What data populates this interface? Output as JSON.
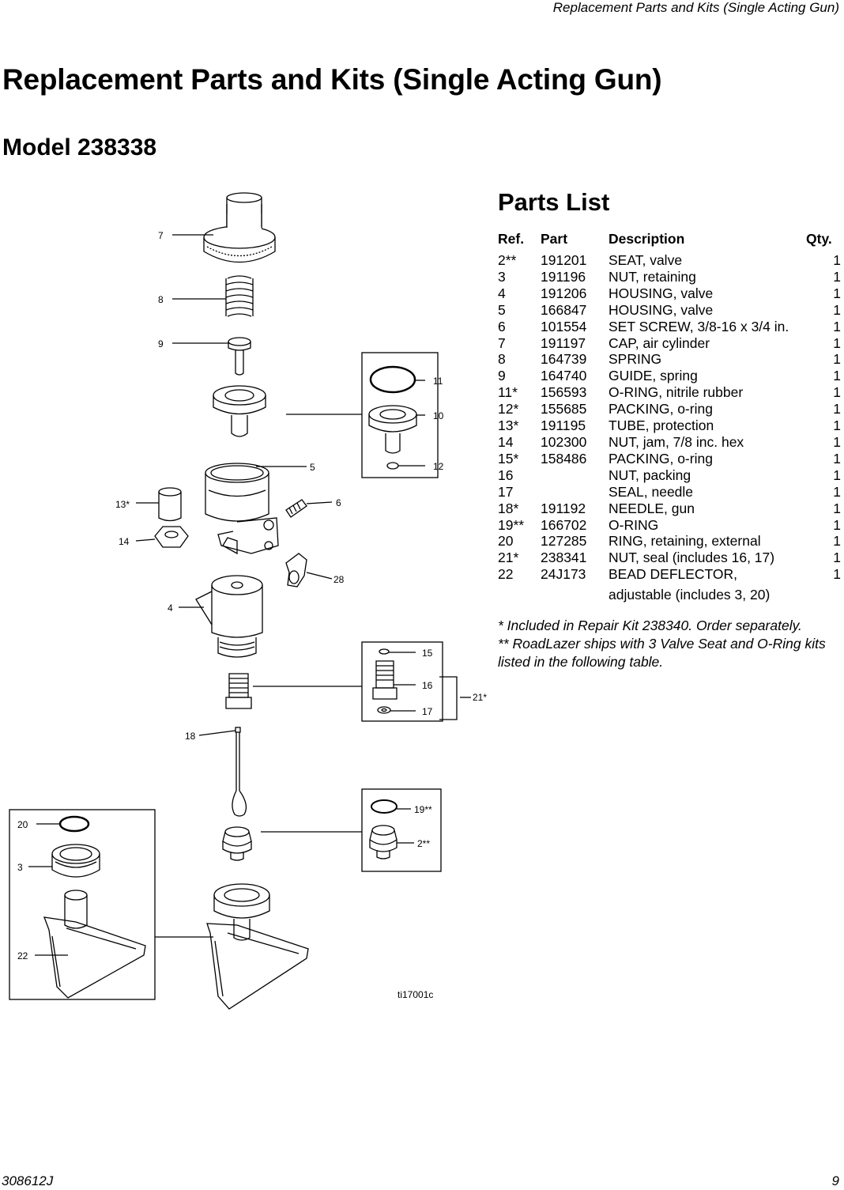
{
  "header": {
    "running_title": "Replacement Parts and Kits (Single Acting Gun)"
  },
  "page_title": "Replacement Parts and Kits (Single Acting Gun)",
  "model_title": "Model 238338",
  "parts_list": {
    "heading": "Parts List",
    "columns": [
      "Ref.",
      "Part",
      "Description",
      "Qty."
    ],
    "rows": [
      {
        "ref": "2**",
        "part": "191201",
        "desc": "SEAT, valve",
        "qty": "1"
      },
      {
        "ref": "3",
        "part": "191196",
        "desc": "NUT, retaining",
        "qty": "1"
      },
      {
        "ref": "4",
        "part": "191206",
        "desc": "HOUSING, valve",
        "qty": "1"
      },
      {
        "ref": "5",
        "part": "166847",
        "desc": "HOUSING, valve",
        "qty": "1"
      },
      {
        "ref": "6",
        "part": "101554",
        "desc": "SET SCREW, 3/8-16 x 3/4 in.",
        "qty": "1"
      },
      {
        "ref": "7",
        "part": "191197",
        "desc": "CAP, air cylinder",
        "qty": "1"
      },
      {
        "ref": "8",
        "part": "164739",
        "desc": "SPRING",
        "qty": "1"
      },
      {
        "ref": "9",
        "part": "164740",
        "desc": "GUIDE, spring",
        "qty": "1"
      },
      {
        "ref": "11*",
        "part": "156593",
        "desc": "O-RING, nitrile rubber",
        "qty": "1"
      },
      {
        "ref": "12*",
        "part": "155685",
        "desc": "PACKING, o-ring",
        "qty": "1"
      },
      {
        "ref": "13*",
        "part": "191195",
        "desc": "TUBE, protection",
        "qty": "1"
      },
      {
        "ref": "14",
        "part": "102300",
        "desc": "NUT, jam, 7/8 inc. hex",
        "qty": "1"
      },
      {
        "ref": "15*",
        "part": "158486",
        "desc": "PACKING, o-ring",
        "qty": "1"
      },
      {
        "ref": "16",
        "part": "",
        "desc": "NUT, packing",
        "qty": "1"
      },
      {
        "ref": "17",
        "part": "",
        "desc": "SEAL, needle",
        "qty": "1"
      },
      {
        "ref": "18*",
        "part": "191192",
        "desc": "NEEDLE, gun",
        "qty": "1"
      },
      {
        "ref": "19**",
        "part": "166702",
        "desc": "O-RING",
        "qty": "1"
      },
      {
        "ref": "20",
        "part": "127285",
        "desc": "RING, retaining, external",
        "qty": "1"
      },
      {
        "ref": "21*",
        "part": "238341",
        "desc": "NUT, seal (includes 16, 17)",
        "qty": "1"
      },
      {
        "ref": "22",
        "part": "24J173",
        "desc": "BEAD DEFLECTOR,",
        "qty": "1"
      }
    ],
    "last_row_continuation": "adjustable (includes 3, 20)"
  },
  "footnotes": [
    "* Included in Repair Kit 238340. Order separately.",
    "** RoadLazer ships with 3 Valve Seat and O-Ring kits listed in the following table."
  ],
  "diagram": {
    "callouts": {
      "c7": "7",
      "c8": "8",
      "c9": "9",
      "c11": "11",
      "c10": "10",
      "c12": "12",
      "c5": "5",
      "c13": "13*",
      "c6": "6",
      "c14": "14",
      "c28": "28",
      "c4": "4",
      "c15": "15",
      "c16": "16",
      "c17": "17",
      "c21": "21*",
      "c18": "18",
      "c19": "19**",
      "c2": "2**",
      "c20": "20",
      "c3": "3",
      "c22": "22"
    },
    "figure_id": "ti17001c"
  },
  "footer": {
    "doc_number": "308612J",
    "page_number": "9"
  }
}
